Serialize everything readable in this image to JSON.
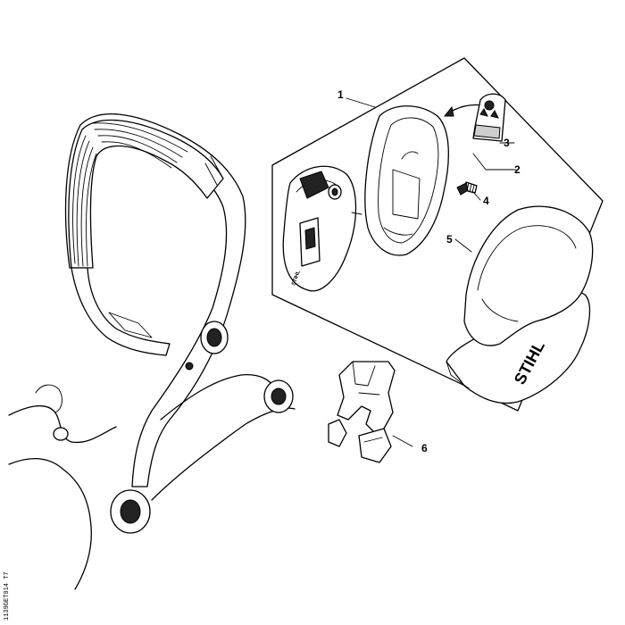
{
  "diagram": {
    "drawing_number": "1139GET014 T7",
    "brand_text": "STIHL",
    "callouts": [
      {
        "id": "1",
        "label": "1"
      },
      {
        "id": "2",
        "label": "2"
      },
      {
        "id": "3",
        "label": "3"
      },
      {
        "id": "4",
        "label": "4"
      },
      {
        "id": "5",
        "label": "5"
      },
      {
        "id": "6",
        "label": "6"
      }
    ]
  }
}
